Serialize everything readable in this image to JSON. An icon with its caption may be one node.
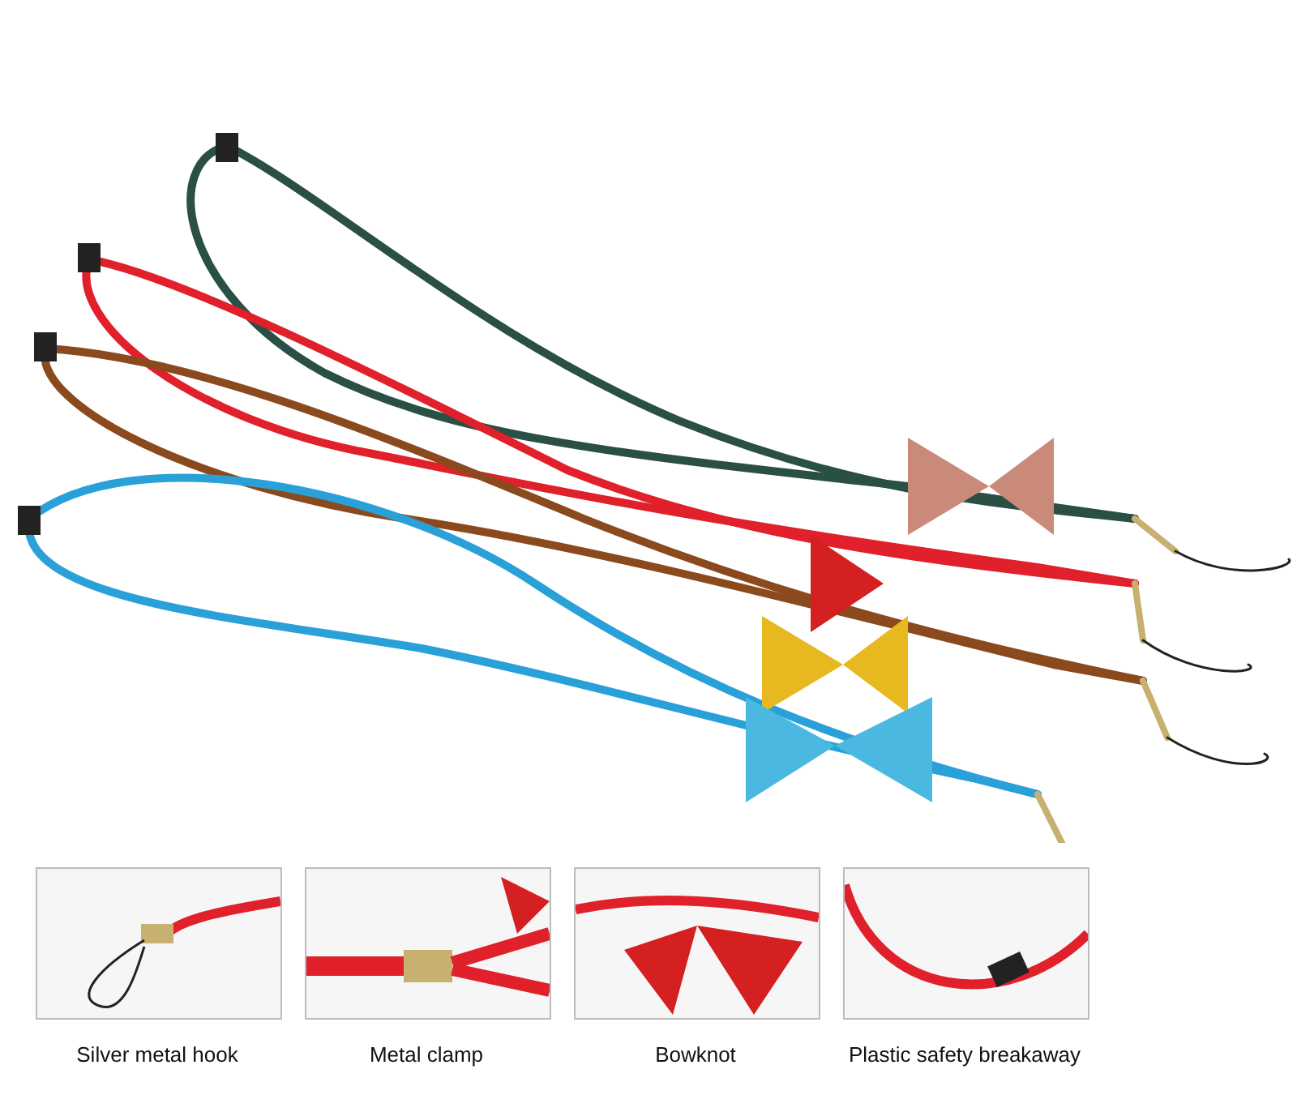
{
  "diagram": {
    "nodes": [
      {
        "text": [
          "Silver metal hook"
        ]
      },
      {
        "text": [
          "Metal clamp"
        ]
      },
      {
        "text": [
          "Bowknot"
        ]
      },
      {
        "text": [
          "Plastic safety breakaway"
        ]
      }
    ]
  }
}
